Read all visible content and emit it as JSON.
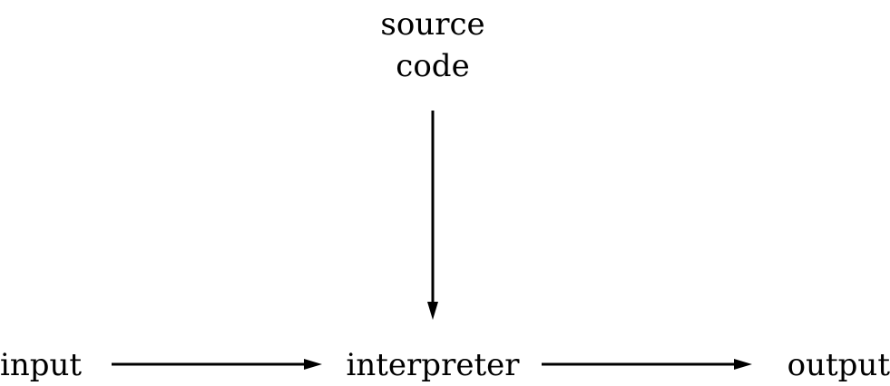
{
  "nodes": {
    "source": {
      "line1": "source",
      "line2": "code"
    },
    "input": "input",
    "interpreter": "interpreter",
    "output": "output"
  },
  "edges": [
    {
      "from": "source",
      "to": "interpreter"
    },
    {
      "from": "input",
      "to": "interpreter"
    },
    {
      "from": "interpreter",
      "to": "output"
    }
  ],
  "colors": {
    "stroke": "#000000",
    "background": "#ffffff"
  }
}
